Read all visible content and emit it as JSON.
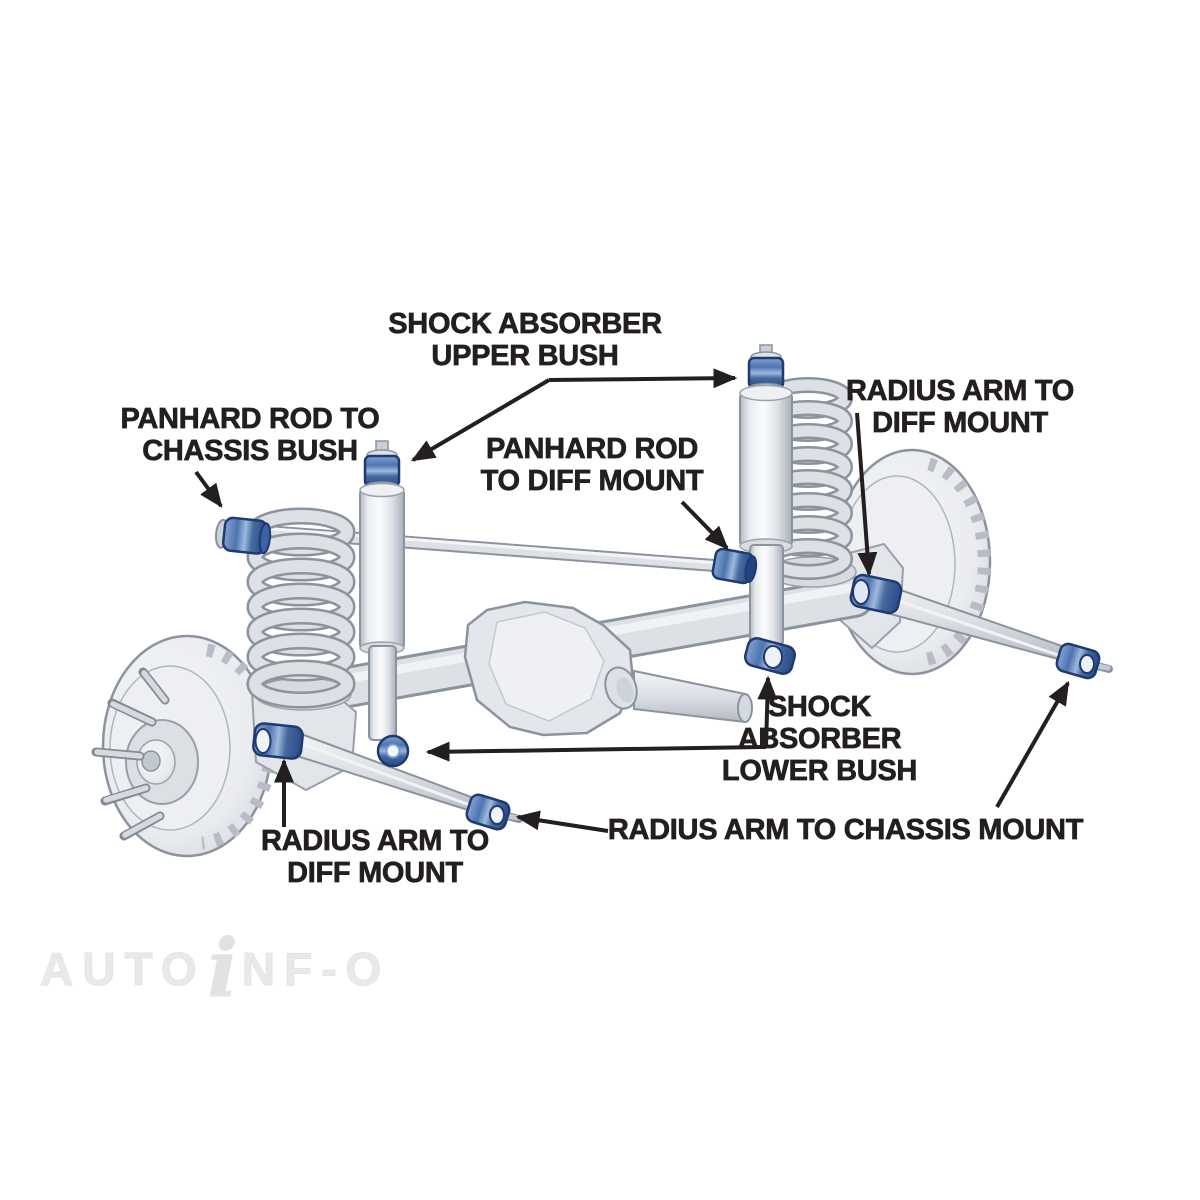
{
  "labels": {
    "shock_absorber_upper_bush": {
      "line1": "SHOCK ABSORBER",
      "line2": "UPPER BUSH"
    },
    "panhard_rod_to_chassis_bush": {
      "line1": "PANHARD ROD TO",
      "line2": "CHASSIS BUSH"
    },
    "panhard_rod_to_diff_mount": {
      "line1": "PANHARD ROD",
      "line2": "TO DIFF MOUNT"
    },
    "radius_arm_to_diff_mount_upper_right": {
      "line1": "RADIUS ARM TO",
      "line2": "DIFF MOUNT"
    },
    "shock_absorber_lower_bush": {
      "line1": "SHOCK",
      "line2": "ABSORBER",
      "line3": "LOWER BUSH"
    },
    "radius_arm_to_diff_mount_lower_left": {
      "line1": "RADIUS ARM TO",
      "line2": "DIFF MOUNT"
    },
    "radius_arm_to_chassis_mount": {
      "line1": "RADIUS ARM TO CHASSIS MOUNT"
    }
  },
  "watermark": {
    "part1": "AUTO",
    "part2": "i",
    "part3": "NF-O"
  },
  "parts": [
    "coil-spring-left",
    "coil-spring-right",
    "shock-absorber-left",
    "shock-absorber-right",
    "brake-disc-left",
    "brake-disc-right",
    "differential-housing",
    "axle-tube",
    "driveshaft",
    "panhard-rod",
    "radius-arm-left",
    "radius-arm-right",
    "panhard-chassis-bush",
    "panhard-diff-bush",
    "shock-upper-bush",
    "shock-lower-bush",
    "radius-arm-diff-bush",
    "radius-arm-chassis-bush"
  ],
  "colors": {
    "bush_blue": "#4e74b0",
    "bush_band_blue": "#9db9dd",
    "bush_outline_navy": "#1e3a6e",
    "metal_light": "#dcdfe4",
    "metal_outline": "#8b939e",
    "label_text": "#231f20",
    "arrow_black": "#231f20",
    "background": "#ffffff",
    "watermark_gray": "#e9e9e9"
  }
}
